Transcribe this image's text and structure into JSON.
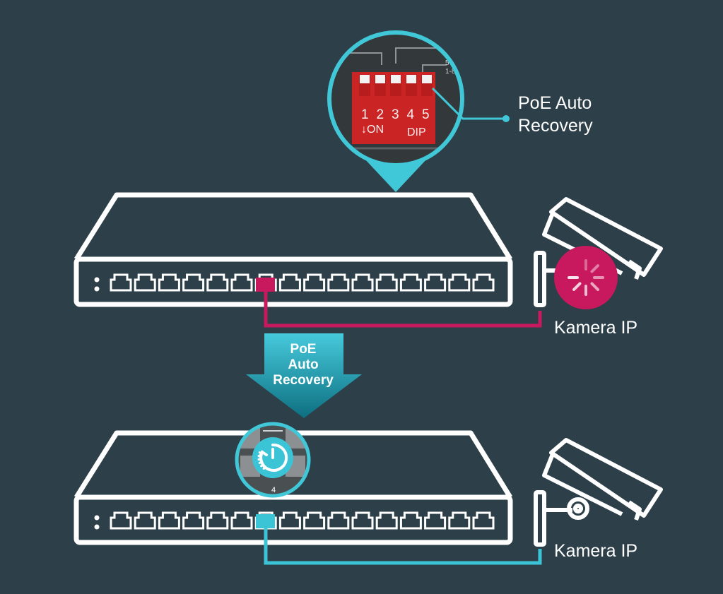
{
  "callout": {
    "line1": "PoE Auto",
    "line2": "Recovery"
  },
  "dip_switch": {
    "numbers": [
      "1",
      "2",
      "3",
      "4",
      "5"
    ],
    "on_label": "ON",
    "dip_label": "DIP"
  },
  "arrow": {
    "lines": [
      "PoE",
      "Auto",
      "Recovery"
    ]
  },
  "top": {
    "camera_label": "Kamera IP",
    "camera_status": "loading"
  },
  "bottom": {
    "camera_label": "Kamera IP",
    "port_number": "4"
  },
  "colors": {
    "background": "#2d3f48",
    "outline": "#ffffff",
    "fault_port": "#c8195e",
    "recovered_port": "#3bc4d6",
    "callout_ring": "#41c8d8",
    "dip_switch": "#d62828"
  }
}
